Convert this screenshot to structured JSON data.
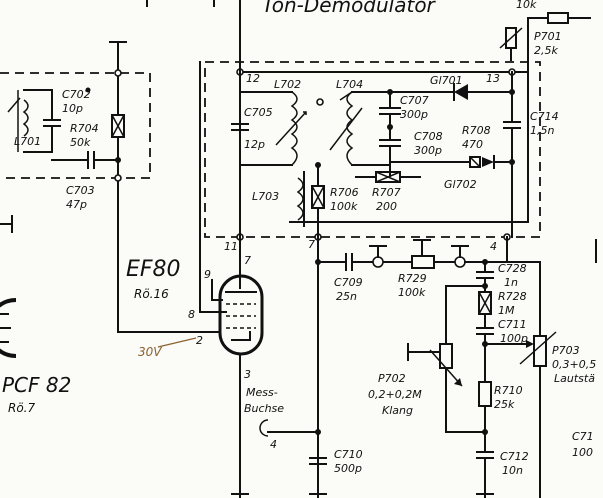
{
  "title": "Ton-Demodulator",
  "labels": {
    "l701": "L701",
    "c702": "C702",
    "c702v": "10p",
    "r704": "R704",
    "r704v": "50k",
    "c703": "C703",
    "c703v": "47p",
    "l702": "L702",
    "l704": "L704",
    "c705": "C705",
    "c705v": "12p",
    "gl701": "Gl701",
    "c707": "C707",
    "c707v": "300p",
    "c708": "C708",
    "c708v": "300p",
    "r708": "R708",
    "r708v": "470",
    "gl702": "Gl702",
    "c714": "C714",
    "c714v": "1,5n",
    "p701": "P701",
    "p701v": "2,5k",
    "r10k": "10k",
    "l703": "L703",
    "r706": "R706",
    "r706v": "100k",
    "r707": "R707",
    "r707v": "200",
    "tube": "EF80",
    "tube_ref": "Rö.16",
    "pcf": "PCF 82",
    "pcf_ref": "Rö.7",
    "volt": "30V",
    "c709": "C709",
    "c709v": "25n",
    "r729": "R729",
    "r729v": "100k",
    "c728": "C728",
    "c728v": "1n",
    "r728": "R728",
    "r728v": "1M",
    "c711": "C711",
    "c711v": "100p",
    "p703": "P703",
    "p703v": "0,3+0,5",
    "p703n": "Lautstä",
    "p702": "P702",
    "p702v": "0,2+0,2M",
    "p702n": "Klang",
    "r710": "R710",
    "r710v": "25k",
    "c712": "C712",
    "c712v": "10n",
    "c710": "C710",
    "c710v": "500p",
    "c71x": "C71",
    "c71xv": "100",
    "mess": "Mess-",
    "buchse": "Buchse",
    "n12": "12",
    "n13": "13",
    "n11": "11",
    "n7a": "7",
    "n4a": "4",
    "n7b": "7",
    "n9": "9",
    "n8": "8",
    "n2": "2",
    "n3": "3",
    "n4b": "4"
  }
}
